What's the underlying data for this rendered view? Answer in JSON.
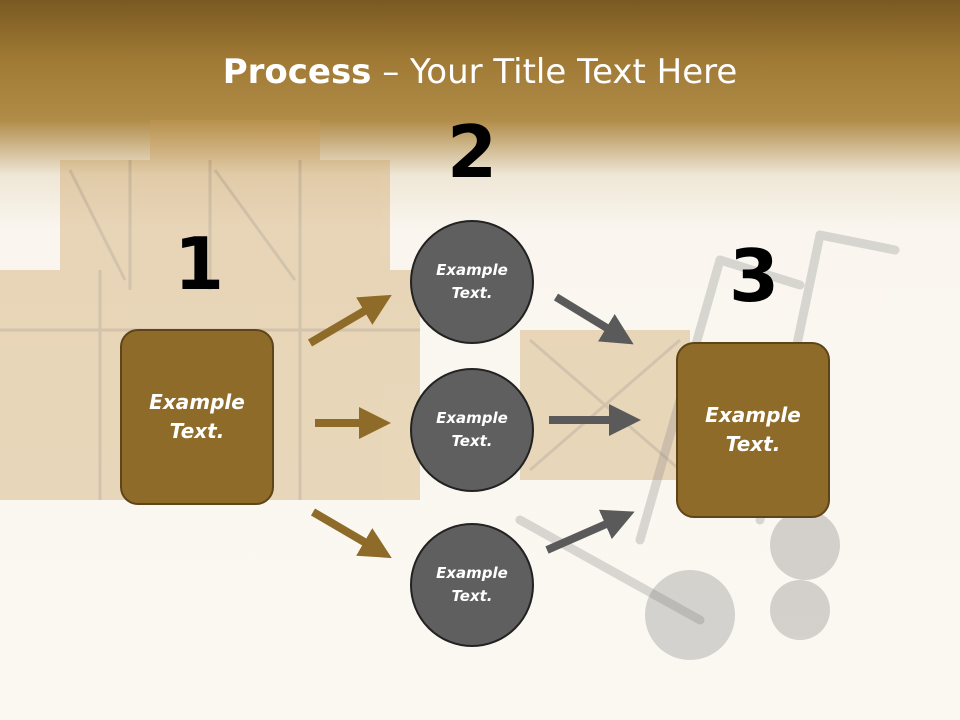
{
  "title": {
    "bold": "Process",
    "rest": " – Your Title Text Here"
  },
  "steps": [
    {
      "number": "1",
      "text": "Example Text."
    },
    {
      "number": "2",
      "text": "Example Text."
    },
    {
      "number": "3",
      "text": "Example Text."
    }
  ],
  "circles": [
    {
      "text": "Example Text."
    },
    {
      "text": "Example Text."
    },
    {
      "text": "Example Text."
    }
  ],
  "colors": {
    "box_fill": "#8f6b2a",
    "circle_fill": "#5f5f5f",
    "arrow_gold": "#8f6b2a",
    "arrow_gray": "#5a5a5a"
  }
}
